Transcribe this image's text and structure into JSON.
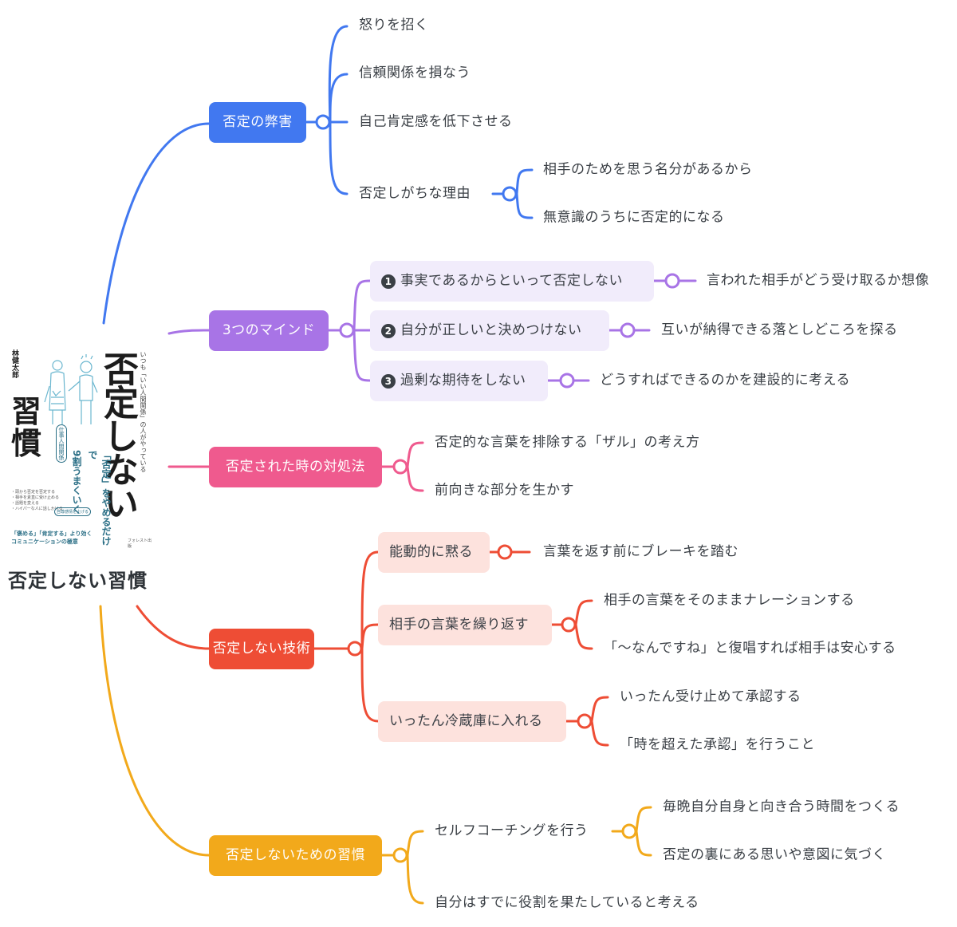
{
  "root": {
    "title": "否定しない習慣",
    "cover": {
      "big_title": "否定しない",
      "habit": "習慣",
      "author": "林健太郎",
      "tagline": "いつも「いい人間関係」の人がやっている",
      "mid_left": "「否定」をやめるだけで",
      "mid_right": "9割うまくいく",
      "badge": "仕事人間関係",
      "bullet_lines": [
        "・頭から否定を否定する",
        "・相手を素直に受け止める",
        "・話題を変える",
        "・ハイパーな人に話しかける"
      ],
      "approach": "自尊感情を上げる",
      "footer1": "「褒める」「肯定する」より効く",
      "footer2": "コミュニケーションの極意",
      "publisher": "フォレスト出版"
    }
  },
  "branches": [
    {
      "label": "否定の弊害",
      "color": "#4178f0",
      "children": [
        {
          "label": "怒りを招く"
        },
        {
          "label": "信頼関係を損なう"
        },
        {
          "label": "自己肯定感を低下させる"
        },
        {
          "label": "否定しがちな理由",
          "children": [
            "相手のためを思う名分があるから",
            "無意識のうちに否定的になる"
          ]
        }
      ]
    },
    {
      "label": "3つのマインド",
      "color": "#a874e6",
      "children": [
        {
          "num": "1",
          "label": "事実であるからといって否定しない",
          "child": "言われた相手がどう受け取るか想像"
        },
        {
          "num": "2",
          "label": "自分が正しいと決めつけない",
          "child": "互いが納得できる落としどころを探る"
        },
        {
          "num": "3",
          "label": "過剰な期待をしない",
          "child": "どうすればできるのかを建設的に考える"
        }
      ]
    },
    {
      "label": "否定された時の対処法",
      "color": "#ef5a8e",
      "children": [
        "否定的な言葉を排除する「ザル」の考え方",
        "前向きな部分を生かす"
      ]
    },
    {
      "label": "否定しない技術",
      "color": "#ee4d35",
      "children": [
        {
          "label": "能動的に黙る",
          "children": [
            "言葉を返す前にブレーキを踏む"
          ]
        },
        {
          "label": "相手の言葉を繰り返す",
          "children": [
            "相手の言葉をそのままナレーションする",
            "「〜なんですね」と復唱すれば相手は安心する"
          ]
        },
        {
          "label": "いったん冷蔵庫に入れる",
          "children": [
            "いったん受け止めて承認する",
            "「時を超えた承認」を行うこと"
          ]
        }
      ]
    },
    {
      "label": "否定しないための習慣",
      "color": "#f2a91b",
      "children": [
        {
          "label": "セルフコーチングを行う",
          "children": [
            "毎晩自分自身と向き合う時間をつくる",
            "否定の裏にある思いや意図に気づく"
          ]
        },
        {
          "label": "自分はすでに役割を果たしていると考える"
        }
      ]
    }
  ]
}
